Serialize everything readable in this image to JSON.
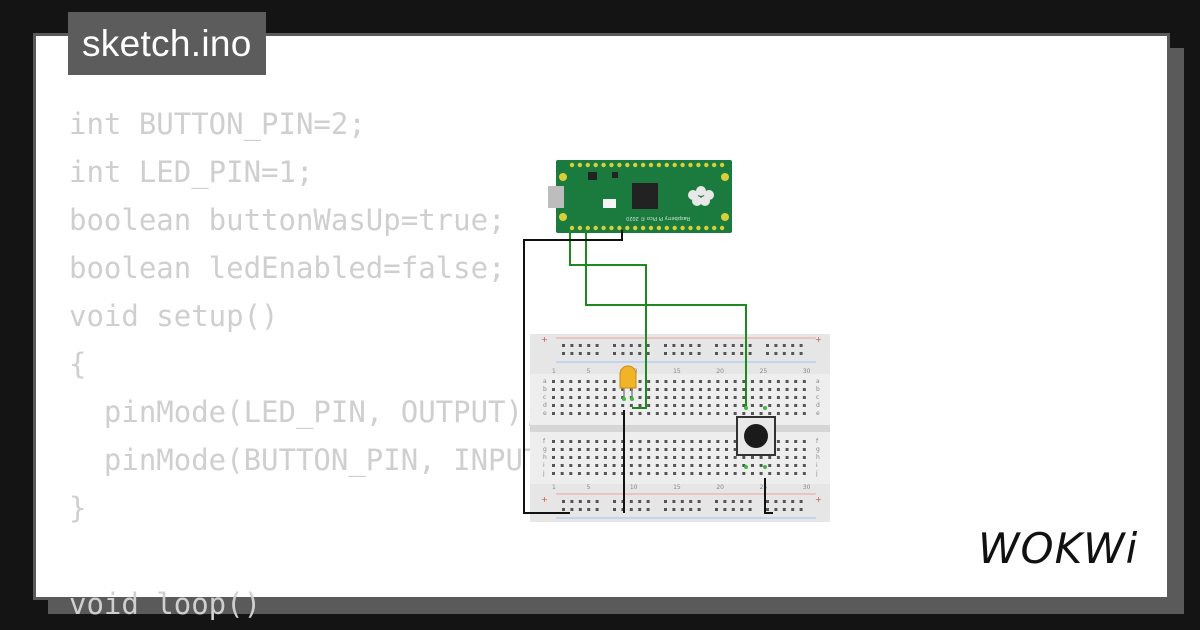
{
  "file_tab": {
    "title": "sketch.ino"
  },
  "code_lines": [
    "int BUTTON_PIN=2;",
    "int LED_PIN=1;",
    "boolean buttonWasUp=true;",
    "boolean ledEnabled=false;",
    "void setup()",
    "{",
    "  pinMode(LED_PIN, OUTPUT);",
    "  pinMode(BUTTON_PIN, INPUT_PULLUP);",
    "}",
    "",
    "void loop()"
  ],
  "board": {
    "name": "Raspberry Pi Pico",
    "silkscreen": "Raspberry Pi Pico © 2020",
    "colors": {
      "pcb": "#1b7a3d",
      "pins": "#d9cf3a"
    }
  },
  "breadboard": {
    "column_labels": [
      "1",
      "5",
      "10",
      "15",
      "20",
      "25",
      "30"
    ],
    "row_labels_top": [
      "a",
      "b",
      "c",
      "d",
      "e"
    ],
    "row_labels_bottom": [
      "f",
      "g",
      "h",
      "i",
      "j"
    ],
    "rail_plus": "+",
    "rail_minus": "-"
  },
  "components": {
    "led": {
      "color": "#f0b429"
    },
    "pushbutton": {
      "color": "#1a1a1a"
    }
  },
  "wires": {
    "signal_color": "#1e8a1e",
    "ground_color": "#111111"
  },
  "brand": {
    "logo_text": "WOKWi"
  }
}
